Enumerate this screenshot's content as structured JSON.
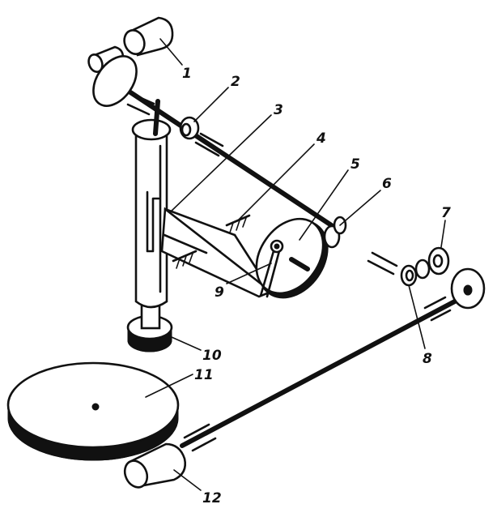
{
  "figure": {
    "part_labels": [
      "1",
      "2",
      "3",
      "4",
      "5",
      "6",
      "7",
      "8",
      "9",
      "10",
      "11",
      "12"
    ]
  }
}
